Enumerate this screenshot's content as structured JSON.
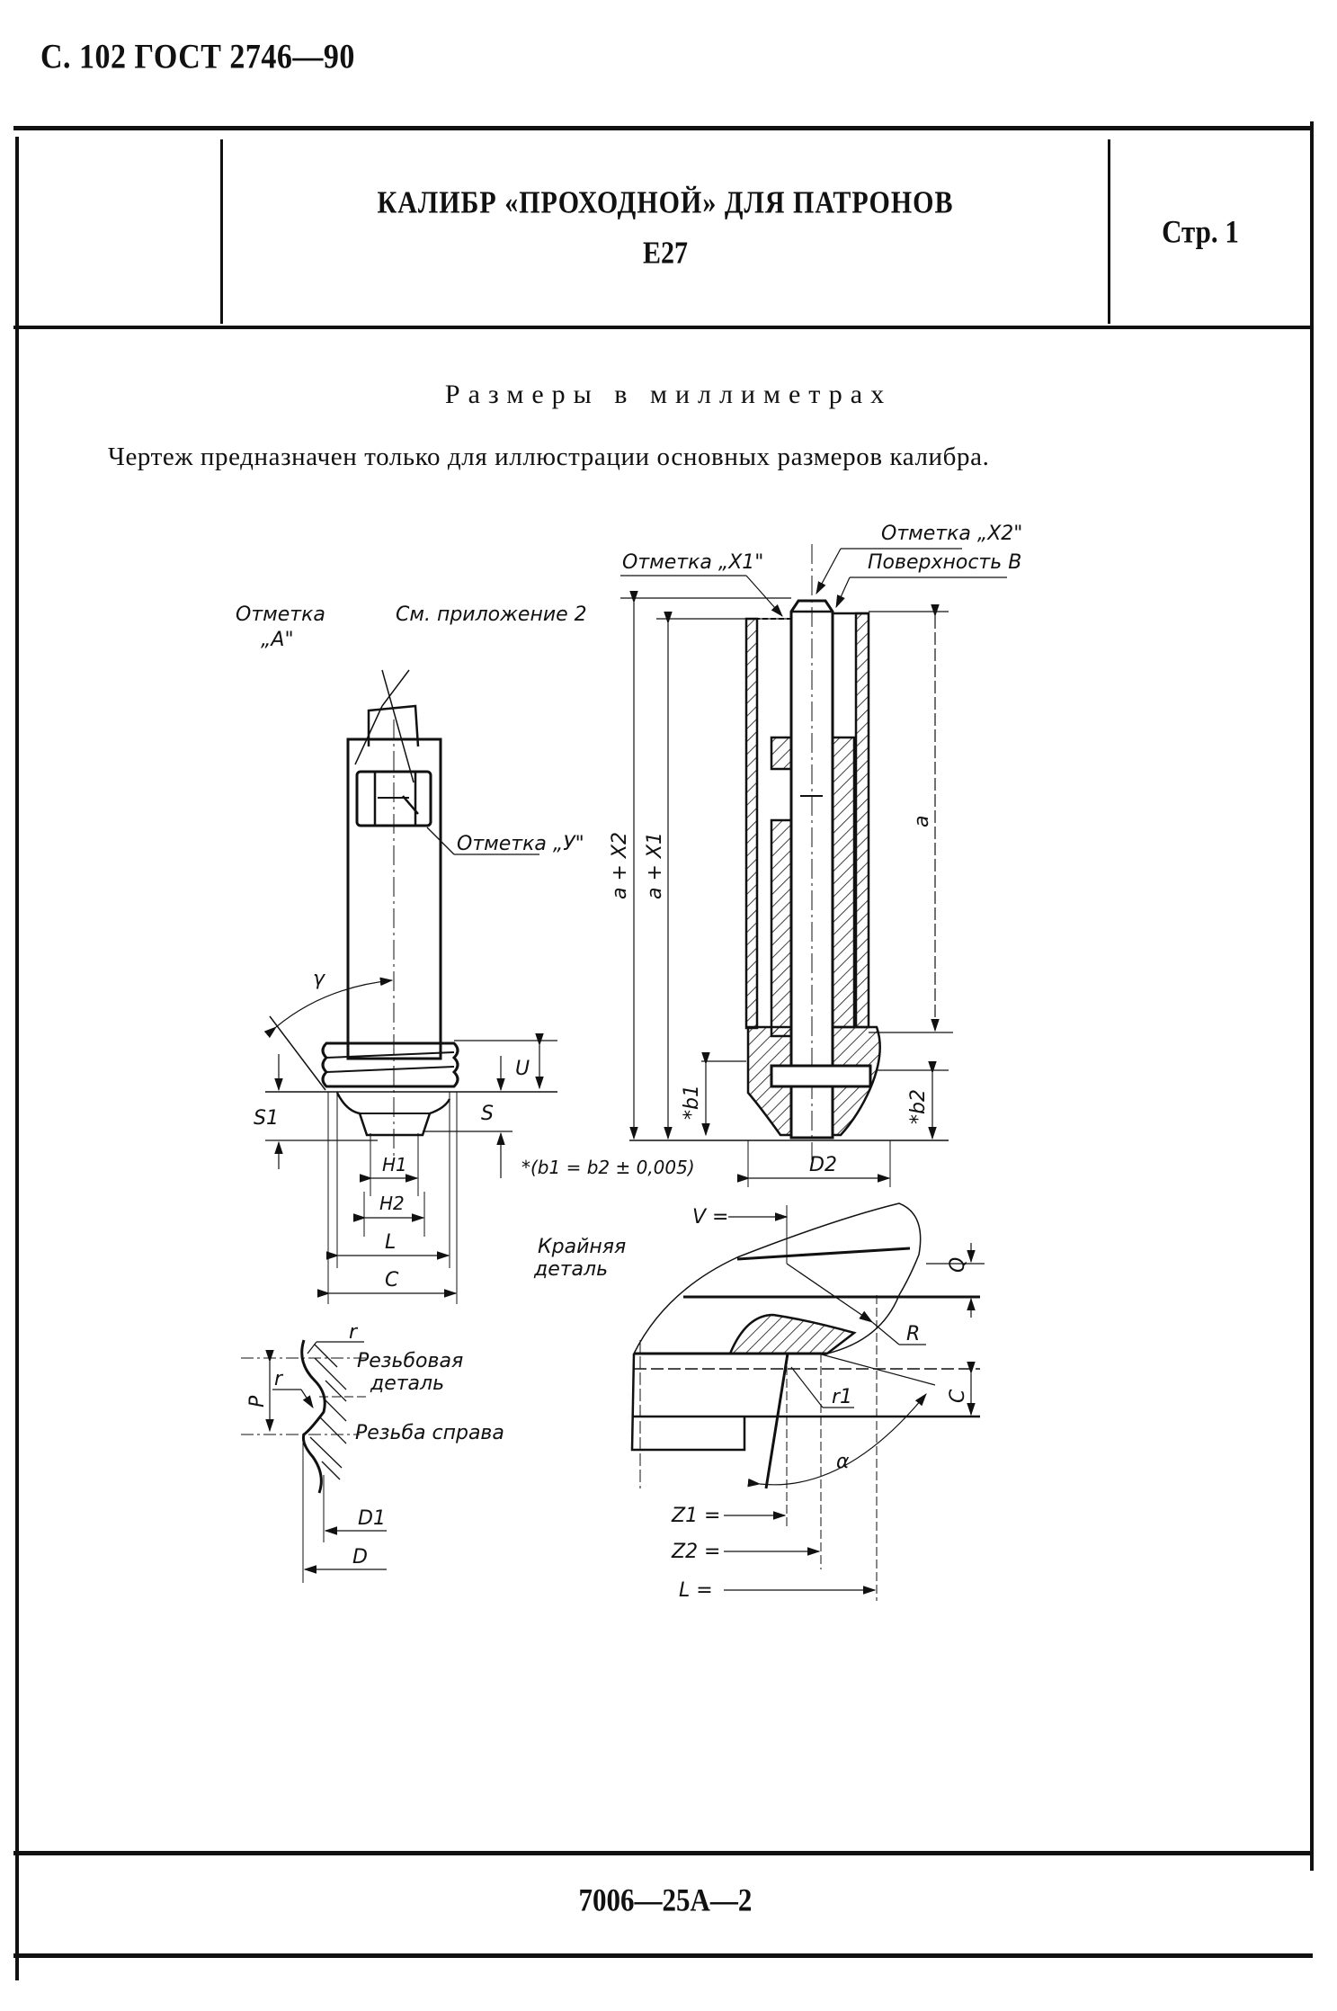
{
  "page": {
    "running_header": "С. 102 ГОСТ 2746—90",
    "title_line1": "КАЛИБР «ПРОХОДНОЙ» ДЛЯ ПАТРОНОВ",
    "title_line2": "Е27",
    "page_label": "Стр. 1",
    "units_note": "Размеры в миллиметрах",
    "drawing_note": "Чертеж предназначен только для иллюстрации основных размеров калибра.",
    "footer_code": "7006—25А—2"
  },
  "drawing": {
    "left_view": {
      "mark_a_label": "Отметка",
      "mark_a_value": "„А\"",
      "appendix_ref": "См. приложение 2",
      "mark_y": "Отметка „У\"",
      "angle": "γ",
      "dims": {
        "U": "U",
        "S": "S",
        "S1": "S1",
        "H1": "H1",
        "H2": "H2",
        "L": "L",
        "C": "C"
      }
    },
    "right_view": {
      "mark_x1": "Отметка „Х1\"",
      "mark_x2": "Отметка „Х2\"",
      "surface_b": "Поверхность В",
      "dims": {
        "a_x2": "a + X2",
        "a_x1": "a + X1",
        "a": "a",
        "b1": "*b1",
        "b2": "*b2",
        "D2": "D2"
      },
      "tolerance_note": "*(b1 = b2 ± 0,005)"
    },
    "thread_detail": {
      "r": "r",
      "r2": "r",
      "P": "P",
      "threaded_part": "Резьбовая",
      "threaded_part2": "деталь",
      "thread_right": "Резьба справа",
      "D1": "D1",
      "D": "D"
    },
    "contact_detail": {
      "extreme_part": "Крайняя",
      "extreme_part2": "деталь",
      "V": "V =",
      "Q": "Q",
      "R": "R",
      "r1": "r1",
      "C": "C",
      "alpha": "α",
      "Z1": "Z1 =",
      "Z2": "Z2 =",
      "L": "L ="
    }
  }
}
